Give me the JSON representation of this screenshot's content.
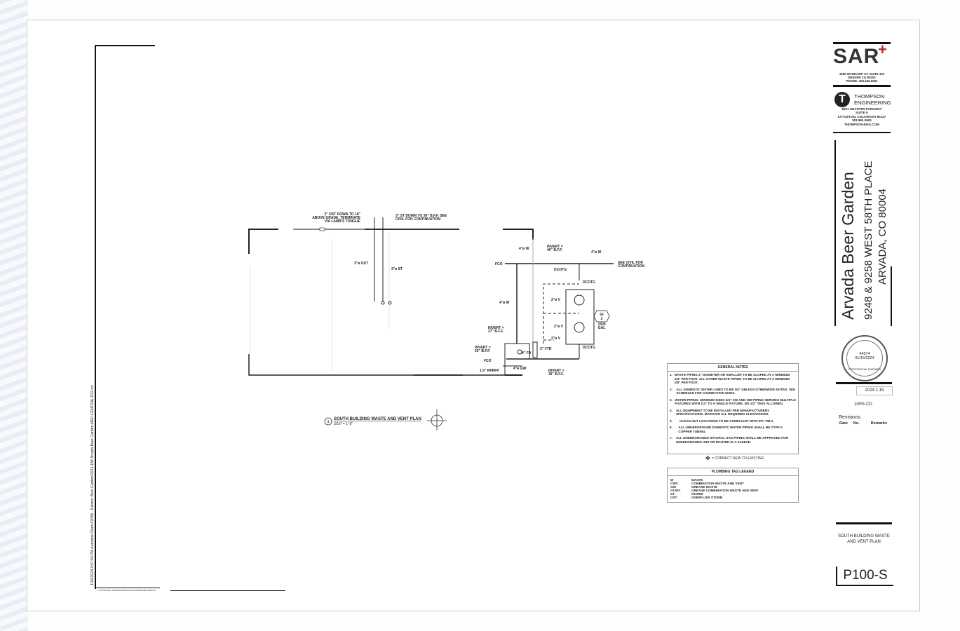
{
  "title_block": {
    "architect": {
      "logo": "SAR+",
      "address_lines": [
        "1550 WYNKOOP ST. SUITE 100",
        "DENVER CO 80202",
        "PHONE: 303.436.9551"
      ]
    },
    "engineer": {
      "name_lines": [
        "THOMPSON",
        "ENGINEERING"
      ],
      "address_lines": [
        "8201 SHAFFER PARKWAY",
        "SUITE A",
        "LITTLETON, COLORADO 80127",
        "303.991.0991",
        "THOMPSON-ENG.COM"
      ]
    },
    "project_name": "Arvada Beer Garden",
    "project_address_1": "9248 & 9258 WEST 58TH PLACE",
    "project_address_2": "ARVADA, CO 80004",
    "seal": {
      "number": "44574",
      "date": "01/15/2024",
      "text": "PROFESSIONAL ENGINEER"
    },
    "date": "2024.1.15",
    "phase": "100% CD",
    "revisions_label": "Revisions:",
    "revisions_cols": [
      "Date",
      "No.",
      "Remarks"
    ],
    "sheet_title_lines": [
      "SOUTH BUILDING WASTE",
      "AND VENT PLAN"
    ],
    "sheet_number": "P100-S"
  },
  "side_stamp": "1/16/2024 4:57:44 PM   Autodesk Docs://2088 - Ralston Beer Garden/2023-188 Arvada Beer Garden-MEP-CENTRAL R22.rvt",
  "copyright": "© COPYRIGHT SHEARS ADKINS ROCKMORE ARCHITECTS",
  "plan": {
    "view_number": "1",
    "title": "SOUTH BUILDING WASTE AND VENT PLAN",
    "scale": "3/16\" = 1'-0\"",
    "labels": {
      "ost_callout": [
        "3\" OST DOWN TO 18\"",
        "ABOVE GRADE. TERMINATE",
        "VIA LAMB'S TONGUE"
      ],
      "st_callout": [
        "3\" ST DOWN TO 36\" B.F.F. SEE",
        "CIVIL FOR CONTINUATION"
      ],
      "ost_pipe": "3\"ø OST",
      "st_pipe": "3\"ø ST",
      "w4_a": "4\"ø W",
      "invert_40": [
        "INVERT =",
        "40\" B.F.F."
      ],
      "w4_b": "4\"ø W",
      "see_civil": [
        "SEE CIVIL FOR",
        "CONTINUATION"
      ],
      "fco_top": "FCO",
      "dcotg_1": "DCOTG",
      "dcotg_2": "DCOTG",
      "w4_c": "4\"ø W",
      "v2_a": "2\"ø V",
      "v2_b": "2\"ø V",
      "v2_c": "2\"ø V",
      "gi_tag": [
        "GI",
        "2"
      ],
      "gal": [
        "1500",
        "GAL"
      ],
      "invert_27": [
        "INVERT =",
        "27\" B.F.F."
      ],
      "vtr": "3\" VTR",
      "invert_29": [
        "INVERT =",
        "29\" B.F.F."
      ],
      "fd": "4\" FD",
      "fco_bottom": "FCO",
      "dcotg_3": "DCOTG",
      "gw": "4\"ø GW",
      "rpbfp": "1.5\" RPBFP",
      "invert_36": [
        "INVERT =",
        "36\" B.F.F."
      ]
    }
  },
  "general_notes": {
    "title": "GENERAL NOTES",
    "items": [
      {
        "n": "1.",
        "text": "WASTE PIPING 2\" DIAMETER OR SMALLER TO BE SLOPED AT A MINIMUM 1/4\" PER FOOT. ALL OTHER WASTE PIPING TO BE SLOPED AT A MINIMUM 1/8\" PER FOOT."
      },
      {
        "n": "2.",
        "text": "ALL DOMESTIC WATER LINES TO BE 3/4\" UNLESS OTHERWISE NOTED. SEE SCHEDULE FOR CONNECTION SIZES."
      },
      {
        "n": "3.",
        "text": "WATER PIPING: MINIMUM SIZES 3/4\" CW AND HW PIPING SERVING MULTIPLE FIXTURES WITH 1/2\" TO A SINGLE FIXTURE. NO 1/2\" TEES ALLOWED."
      },
      {
        "n": "4.",
        "text": "ALL EQUIPMENT TO BE INSTALLED PER MANUFACTURERS SPECIFICATIONS. MAINTAIN ALL REQUIRED CLEARANCES."
      },
      {
        "n": "5.",
        "text": "CLEAN OUT LOCATIONS TO BE COMPLIANT WITH IPC 708.1."
      },
      {
        "n": "6.",
        "text": "ALL UNDERGROUND DOMESTIC WATER PIPING SHALL BE TYPE K COPPER TUBING."
      },
      {
        "n": "7.",
        "text": "ALL UNDERGROUND NATURAL GAS PIPING SHALL BE APPROVED FOR UNDERGROUND USE OR ROUTED IN A SLEEVE."
      }
    ]
  },
  "connect_note": "= CONNECT NEW TO EXISTING",
  "legend": {
    "title": "PLUMBING TAG LEGEND",
    "items": [
      {
        "k": "W",
        "v": "WASTE"
      },
      {
        "k": "CWV",
        "v": "COMBINATION WASTE AND VENT"
      },
      {
        "k": "GW",
        "v": "GREASE WASTE"
      },
      {
        "k": "GCWV",
        "v": "GREASE COMBINATION WASTE AND VENT"
      },
      {
        "k": "ST",
        "v": "STORM"
      },
      {
        "k": "OST",
        "v": "OVERFLOW STORM"
      }
    ]
  },
  "colors": {
    "accent": "#b52a32",
    "ink": "#222222"
  }
}
